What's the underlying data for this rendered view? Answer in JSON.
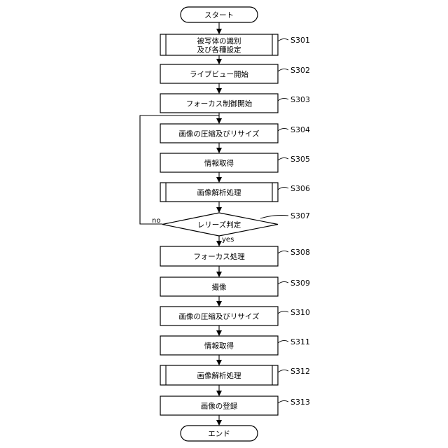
{
  "flowchart": {
    "start": {
      "label": "スタート"
    },
    "end": {
      "label": "エンド"
    },
    "steps": [
      {
        "id": "S301",
        "lines": [
          "被写体の識別",
          "及び各種設定"
        ],
        "subprocess": true
      },
      {
        "id": "S302",
        "lines": [
          "ライブビュー開始"
        ],
        "subprocess": false
      },
      {
        "id": "S303",
        "lines": [
          "フォーカス制御開始"
        ],
        "subprocess": false
      },
      {
        "id": "S304",
        "lines": [
          "画像の圧縮及びリサイズ"
        ],
        "subprocess": false
      },
      {
        "id": "S305",
        "lines": [
          "情報取得"
        ],
        "subprocess": false
      },
      {
        "id": "S306",
        "lines": [
          "画像解析処理"
        ],
        "subprocess": true
      },
      {
        "id": "S307",
        "lines": [
          "レリーズ判定"
        ],
        "decision": true
      },
      {
        "id": "S308",
        "lines": [
          "フォーカス処理"
        ],
        "subprocess": false
      },
      {
        "id": "S309",
        "lines": [
          "撮像"
        ],
        "subprocess": false
      },
      {
        "id": "S310",
        "lines": [
          "画像の圧縮及びリサイズ"
        ],
        "subprocess": false
      },
      {
        "id": "S311",
        "lines": [
          "情報取得"
        ],
        "subprocess": false
      },
      {
        "id": "S312",
        "lines": [
          "画像解析処理"
        ],
        "subprocess": true
      },
      {
        "id": "S313",
        "lines": [
          "画像の登録"
        ],
        "subprocess": false
      }
    ],
    "branch_no": "no",
    "branch_yes": "yes"
  }
}
